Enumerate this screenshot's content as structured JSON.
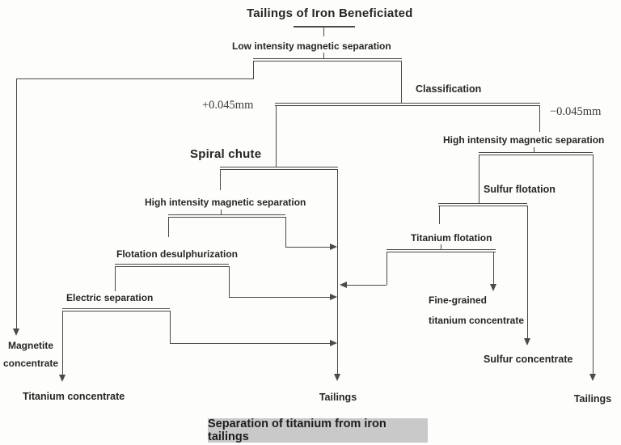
{
  "title": "Tailings of Iron Beneficiated",
  "caption": "Separation of titanium from iron tailings",
  "process": {
    "low_intensity": "Low intensity magnetic separation",
    "classification": "Classification",
    "coarse_fraction": "+0.045mm",
    "fine_fraction": "−0.045mm",
    "spiral_chute": "Spiral chute",
    "high_intensity_left": "High intensity magnetic separation",
    "flotation_desulphurization": "Flotation desulphurization",
    "electric_separation": "Electric separation",
    "high_intensity_right": "High intensity magnetic separation",
    "sulfur_flotation": "Sulfur flotation",
    "titanium_flotation": "Titanium flotation"
  },
  "products": {
    "magnetite_line1": "Magnetite",
    "magnetite_line2": "concentrate",
    "titanium_concentrate": "Titanium concentrate",
    "tailings_center": "Tailings",
    "fine_grained_line1": "Fine-grained",
    "fine_grained_line2": "titanium concentrate",
    "sulfur_concentrate": "Sulfur concentrate",
    "tailings_right": "Tailings"
  },
  "colors": {
    "line": "#4a4a4a",
    "text": "#262626",
    "caption_bg": "#c9c9c9"
  }
}
